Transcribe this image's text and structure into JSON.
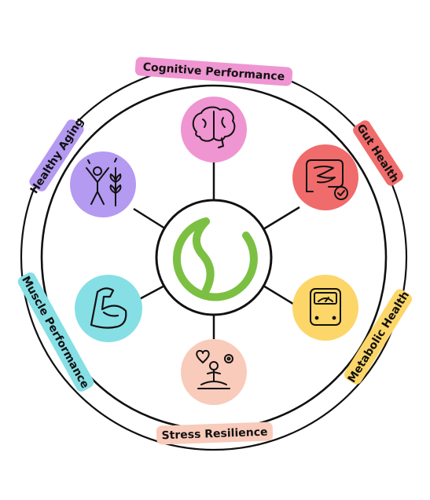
{
  "center": {
    "icon": "swirl-logo-icon",
    "color": "#7cc043"
  },
  "pillars": [
    {
      "label": "Cognitive Performance",
      "icon": "brain-icon",
      "color": "#ef95d2"
    },
    {
      "label": "Gut Health",
      "icon": "intestine-icon",
      "color": "#f06b6b"
    },
    {
      "label": "Metabolic Health",
      "icon": "scale-icon",
      "color": "#fcd669"
    },
    {
      "label": "Stress Resilience",
      "icon": "meditation-icon",
      "color": "#f9cbbb"
    },
    {
      "label": "Muscle Performance",
      "icon": "flexed-arm-icon",
      "color": "#86dfe5"
    },
    {
      "label": "Healthy Aging",
      "icon": "active-person-icon",
      "color": "#b49af1"
    }
  ]
}
